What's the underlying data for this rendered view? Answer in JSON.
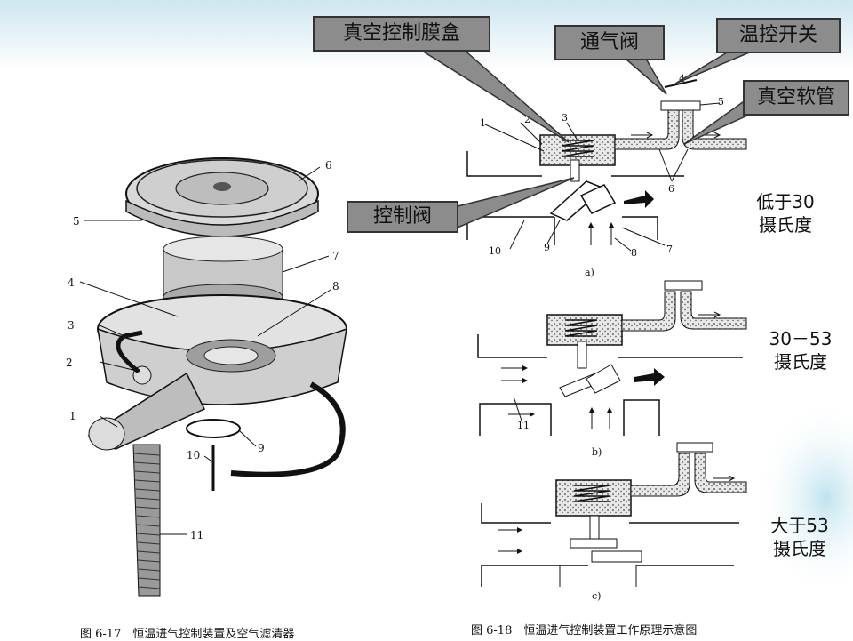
{
  "callouts": {
    "vacuum_diaphragm": "真空控制膜盒",
    "vent_valve": "通气阀",
    "thermo_switch": "温控开关",
    "vacuum_hose": "真空软管",
    "control_valve": "控制阀"
  },
  "temps": {
    "low_line1": "低于30",
    "low_line2": "摄氏度",
    "mid_line1": "30－53",
    "mid_line2": "摄氏度",
    "high_line1": "大于53",
    "high_line2": "摄氏度"
  },
  "captions": {
    "left": "图 6-17　恒温进气控制装置及空气滤清器",
    "right": "图 6-18　恒温进气控制装置工作原理示意图"
  },
  "left_labels": [
    "1",
    "2",
    "3",
    "4",
    "5",
    "6",
    "7",
    "8",
    "9",
    "10",
    "11"
  ],
  "right_a_labels": [
    "1",
    "2",
    "3",
    "4",
    "5",
    "6",
    "7",
    "8",
    "9",
    "10"
  ],
  "sub_labels": {
    "a": "a)",
    "b": "b)",
    "c": "c)"
  },
  "right_b_labels": [
    "11"
  ]
}
